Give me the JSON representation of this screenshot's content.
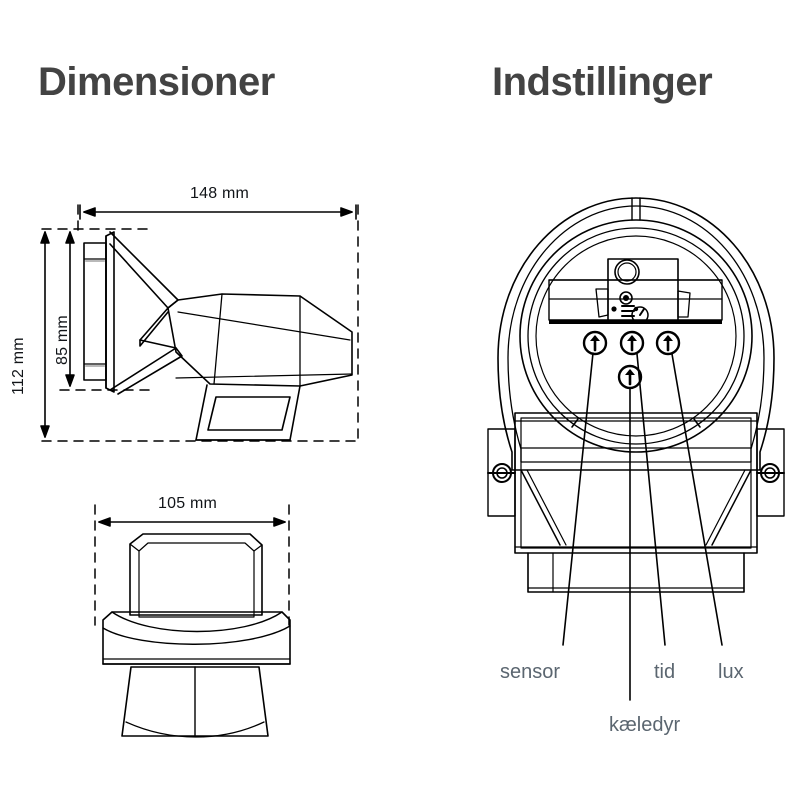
{
  "sections": {
    "dimensions": {
      "heading": "Dimensioner",
      "measurements": {
        "width_side": "148 mm",
        "height_body": "85 mm",
        "height_total": "112 mm",
        "width_front": "105 mm"
      }
    },
    "settings": {
      "heading": "Indstillinger",
      "callouts": [
        {
          "id": "sensor",
          "label": "sensor"
        },
        {
          "id": "kaeledyr",
          "label": "kæledyr"
        },
        {
          "id": "tid",
          "label": "tid"
        },
        {
          "id": "lux",
          "label": "lux"
        }
      ]
    }
  },
  "colors": {
    "heading": "#434343",
    "dimension_text": "#111418",
    "callout_text": "#5b6670",
    "line": "#000000",
    "background": "#ffffff"
  }
}
